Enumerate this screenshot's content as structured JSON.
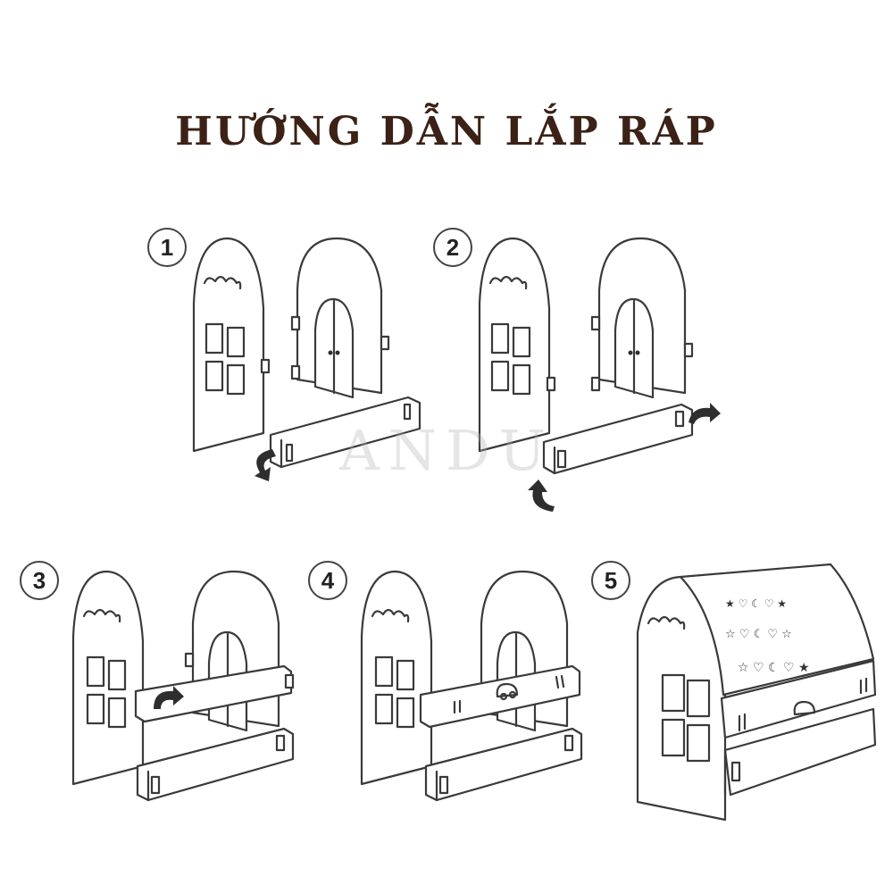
{
  "title": "HƯỚNG DẪN LẮP RÁP",
  "watermark": "ANDU",
  "steps": [
    {
      "number": "1"
    },
    {
      "number": "2"
    },
    {
      "number": "3"
    },
    {
      "number": "4"
    },
    {
      "number": "5"
    }
  ]
}
